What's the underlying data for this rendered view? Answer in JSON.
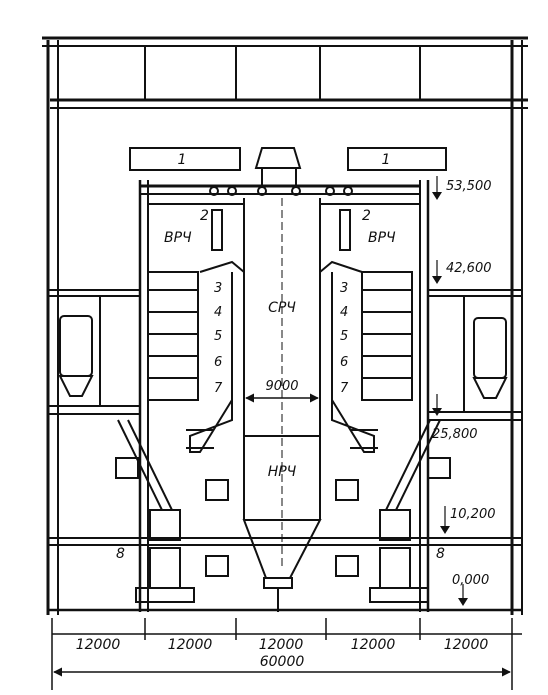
{
  "labels": {
    "roof_tag_left": "1",
    "roof_tag_right": "1",
    "heater_tag_left": "2",
    "heater_tag_right": "2",
    "section_upper_left": "ВРЧ",
    "section_upper_right": "ВРЧ",
    "section_middle": "СРЧ",
    "section_lower": "НРЧ",
    "stage_tags_left": [
      "3",
      "4",
      "5",
      "6",
      "7"
    ],
    "stage_tags_right": [
      "3",
      "4",
      "5",
      "6",
      "7"
    ],
    "mill_tag_left": "8",
    "mill_tag_right": "8",
    "inner_width": "9000"
  },
  "elevations": [
    "53,500",
    "42,600",
    "25,800",
    "10,200",
    "0,000"
  ],
  "bays": [
    "12000",
    "12000",
    "12000",
    "12000",
    "12000"
  ],
  "total_width": "60000"
}
